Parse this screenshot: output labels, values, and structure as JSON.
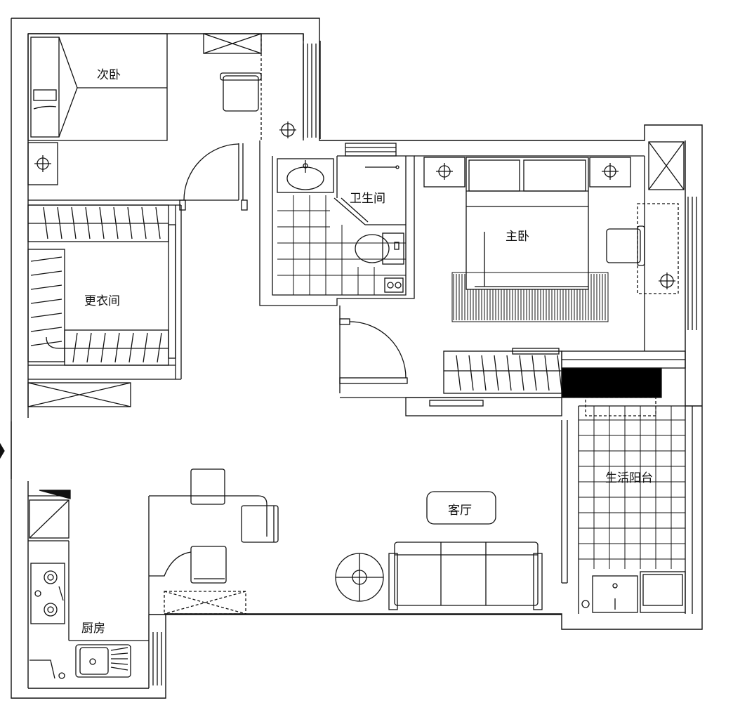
{
  "rooms": {
    "second_bedroom": "次卧",
    "bathroom": "卫生间",
    "master_bedroom": "主卧",
    "walk_in_closet": "更衣间",
    "living_room": "客厅",
    "utility_balcony": "生活阳台",
    "kitchen": "厨房"
  },
  "colors": {
    "line": "#111111",
    "fill_dark": "#000000",
    "background": "#ffffff"
  }
}
